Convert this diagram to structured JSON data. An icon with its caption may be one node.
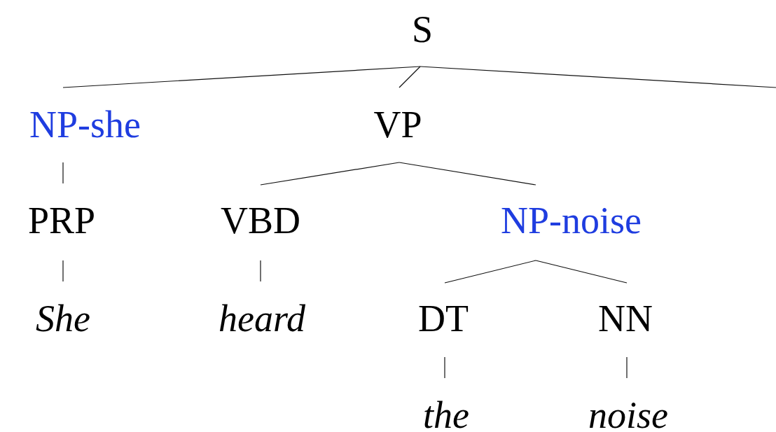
{
  "diagram": {
    "nodes": [
      {
        "text": [
          "S"
        ]
      },
      {
        "text": [
          "NP-she"
        ]
      },
      {
        "text": [
          "VP"
        ]
      },
      {
        "text": [
          "PRP"
        ]
      },
      {
        "text": [
          "VBD"
        ]
      },
      {
        "text": [
          "NP-noise"
        ]
      },
      {
        "text": [
          "She"
        ]
      },
      {
        "text": [
          "heard"
        ]
      },
      {
        "text": [
          "DT"
        ]
      },
      {
        "text": [
          "NN"
        ]
      },
      {
        "text": [
          "the"
        ]
      },
      {
        "text": [
          "noise"
        ]
      }
    ],
    "edges": [
      {
        "from": 0,
        "to": 1,
        "arrow": "none"
      },
      {
        "from": 0,
        "to": 2,
        "arrow": "none"
      },
      {
        "from": 0,
        "to": null,
        "arrow": "none"
      },
      {
        "from": 1,
        "to": 3,
        "arrow": "none"
      },
      {
        "from": 3,
        "to": 6,
        "arrow": "none"
      },
      {
        "from": 2,
        "to": 4,
        "arrow": "none"
      },
      {
        "from": 2,
        "to": 5,
        "arrow": "none"
      },
      {
        "from": 4,
        "to": 7,
        "arrow": "none"
      },
      {
        "from": 5,
        "to": 8,
        "arrow": "none"
      },
      {
        "from": 5,
        "to": 9,
        "arrow": "none"
      },
      {
        "from": 8,
        "to": 10,
        "arrow": "none"
      },
      {
        "from": 9,
        "to": 11,
        "arrow": "none"
      }
    ]
  }
}
